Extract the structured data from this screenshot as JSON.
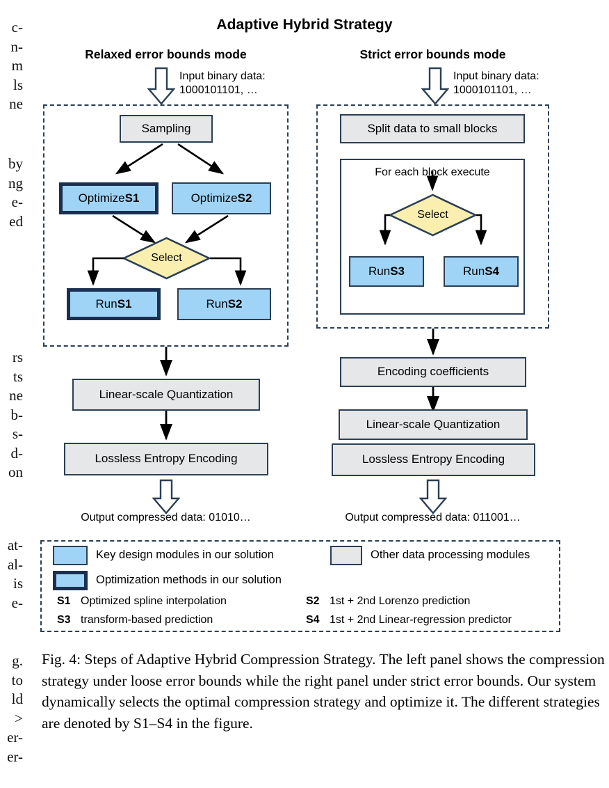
{
  "figure": {
    "title": "Adaptive Hybrid Strategy",
    "caption": "Fig. 4: Steps of Adaptive Hybrid Compression Strategy. The left panel shows the compression strategy under loose error bounds while the right panel under strict error bounds. Our system dynamically selects the optimal compression strategy and optimize it. The different strategies are denoted by S1–S4 in the figure."
  },
  "left_panel": {
    "title": "Relaxed error bounds mode",
    "input_label_line1": "Input binary data:",
    "input_label_line2": "1000101101, …",
    "sampling": "Sampling",
    "optimize_s1_prefix": "Optimize ",
    "optimize_s1_key": "S1",
    "optimize_s2_prefix": "Optimize ",
    "optimize_s2_key": "S2",
    "select": "Select",
    "run_s1_prefix": "Run ",
    "run_s1_key": "S1",
    "run_s2_prefix": "Run ",
    "run_s2_key": "S2",
    "quantization": "Linear-scale Quantization",
    "entropy": "Lossless Entropy Encoding",
    "output_label": "Output compressed data: 01010…"
  },
  "right_panel": {
    "title": "Strict error bounds mode",
    "input_label_line1": "Input binary data:",
    "input_label_line2": "1000101101, …",
    "split": "Split data to small blocks",
    "for_each": "For each block execute",
    "select": "Select",
    "run_s3_prefix": "Run ",
    "run_s3_key": "S3",
    "run_s4_prefix": "Run ",
    "run_s4_key": "S4",
    "encoding_coeff": "Encoding coefficients",
    "quantization": "Linear-scale Quantization",
    "entropy": "Lossless Entropy Encoding",
    "output_label": "Output compressed data: 011001…"
  },
  "legend": {
    "key_design": "Key design modules in our solution",
    "other_modules": "Other data processing modules",
    "optimization": "Optimization methods in our solution",
    "s1_key": "S1",
    "s1_text": "Optimized spline interpolation",
    "s2_key": "S2",
    "s2_text": "1st + 2nd Lorenzo prediction",
    "s3_key": "S3",
    "s3_text": "transform-based prediction",
    "s4_key": "S4",
    "s4_text": "1st + 2nd Linear-regression predictor"
  },
  "margin_fragments": {
    "group1": [
      "c-",
      "n-",
      "m",
      "ls",
      "ne"
    ],
    "group2": [
      "by",
      "ng",
      "e-",
      "ed"
    ],
    "group3": [
      "rs",
      "ts",
      "ne",
      "b-",
      "s-",
      "d-",
      "on"
    ],
    "group4": [
      "at-",
      "al-",
      "is",
      "e-"
    ],
    "group5": [
      "g.",
      "to",
      "ld",
      ">",
      "er-",
      "er-"
    ]
  },
  "colors": {
    "key_module_fill": "#9fd4f6",
    "other_module_fill": "#e6e7e8",
    "decision_fill": "#faefaf",
    "border": "#2b3f55",
    "optimization_border": "#1b3050"
  }
}
